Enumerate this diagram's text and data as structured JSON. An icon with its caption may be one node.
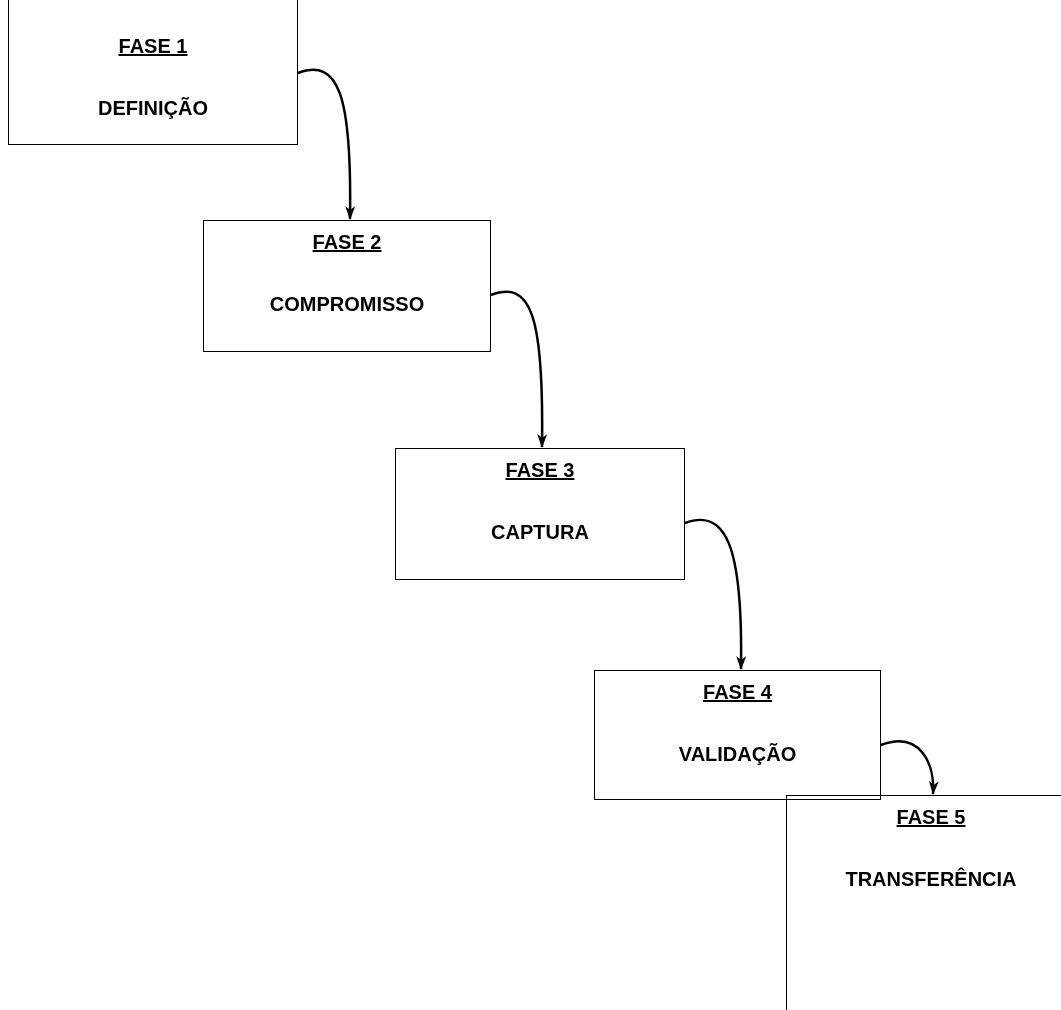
{
  "diagram": {
    "nodes": [
      {
        "text": [
          "FASE 1",
          "DEFINIÇÃO"
        ]
      },
      {
        "text": [
          "FASE 2",
          "COMPROMISSO"
        ]
      },
      {
        "text": [
          "FASE 3",
          "CAPTURA"
        ]
      },
      {
        "text": [
          "FASE 4",
          "VALIDAÇÃO"
        ]
      },
      {
        "text": [
          "FASE 5",
          "TRANSFERÊNCIA"
        ]
      }
    ],
    "edges": [
      {
        "from": 0,
        "to": 1,
        "arrow": "to"
      },
      {
        "from": 1,
        "to": 2,
        "arrow": "to"
      },
      {
        "from": 2,
        "to": 3,
        "arrow": "to"
      },
      {
        "from": 3,
        "to": 4,
        "arrow": "to"
      }
    ]
  }
}
